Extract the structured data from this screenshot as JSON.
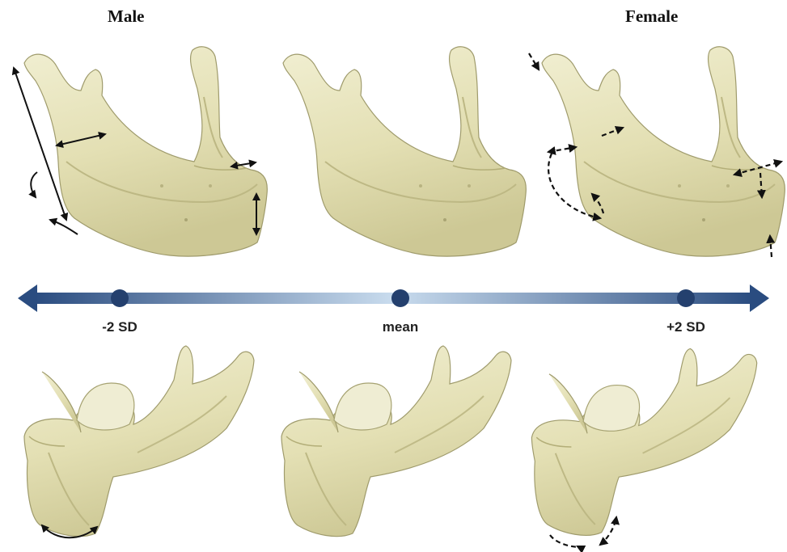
{
  "headers": {
    "left": "Male",
    "right": "Female"
  },
  "axis": {
    "labels": {
      "minus": "-2 SD",
      "mean": "mean",
      "plus": "+2 SD"
    }
  },
  "colors": {
    "bone": "#e8e5bd",
    "bone_shade": "#c9c596",
    "bone_edge": "#9f9b6c",
    "arrow_dark": "#2a4c80",
    "arrow_light": "#c9dcee",
    "marker": "#24406e",
    "annotation": "#111111"
  },
  "panels": [
    {
      "id": "top-minus",
      "view": "lateral",
      "sd": "-2 SD",
      "arrows": "solid"
    },
    {
      "id": "top-mean",
      "view": "lateral",
      "sd": "mean",
      "arrows": "none"
    },
    {
      "id": "top-plus",
      "view": "lateral",
      "sd": "+2 SD",
      "arrows": "dashed"
    },
    {
      "id": "bottom-minus",
      "view": "posterior",
      "sd": "-2 SD",
      "arrows": "solid"
    },
    {
      "id": "bottom-mean",
      "view": "posterior",
      "sd": "mean",
      "arrows": "none"
    },
    {
      "id": "bottom-plus",
      "view": "posterior",
      "sd": "+2 SD",
      "arrows": "dashed"
    }
  ]
}
